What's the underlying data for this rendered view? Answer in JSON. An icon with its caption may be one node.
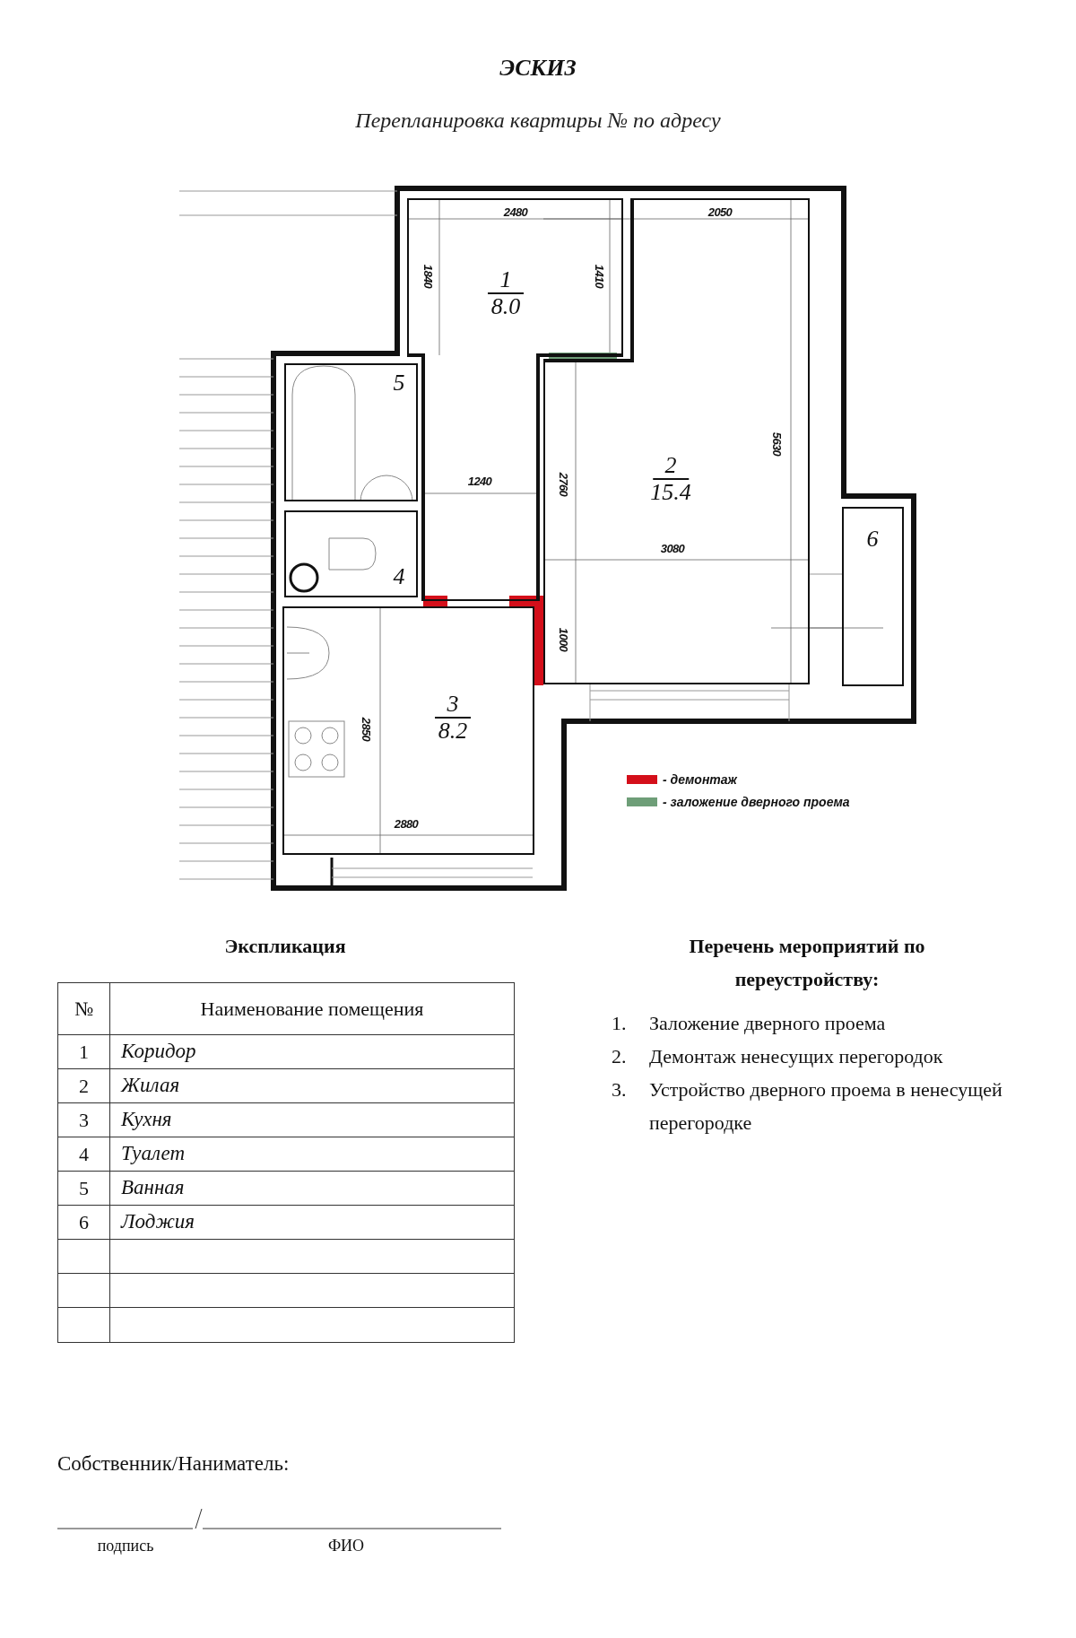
{
  "diagram": {
    "title": "ЭСКИЗ",
    "nodes": [
      {
        "text": [
          "1",
          "8.0"
        ]
      },
      {
        "text": [
          "2",
          "15.4"
        ]
      },
      {
        "text": [
          "3",
          "8.2"
        ]
      },
      {
        "text": [
          "4"
        ]
      },
      {
        "text": [
          "5"
        ]
      },
      {
        "text": [
          "6"
        ]
      }
    ],
    "labels": [
      "Перепланировка квартиры № по адресу",
      "2480",
      "2050",
      "1840",
      "1410",
      "1240",
      "2760",
      "5630",
      "3080",
      "1000",
      "2850",
      "2880",
      "Экспликация",
      "№",
      "Наименование помещения",
      "1",
      "Коридор",
      "2",
      "Жилая",
      "3",
      "Кухня",
      "4",
      "Туалет",
      "5",
      "Ванная",
      "6",
      "Лоджия",
      "Перечень мероприятий по переустройству:",
      "1.",
      "Заложение дверного проема",
      "2.",
      "Демонтаж ненесущих перегородок",
      "3.",
      "Устройство дверного проема в ненесущей перегородке",
      "Собственник/Наниматель:",
      "подпись",
      "ФИО"
    ],
    "legend": [
      {
        "text": "- демонтаж",
        "color": "#d40f1a"
      },
      {
        "text": "- заложение дверного проема",
        "color": "#6e9e78"
      }
    ]
  }
}
